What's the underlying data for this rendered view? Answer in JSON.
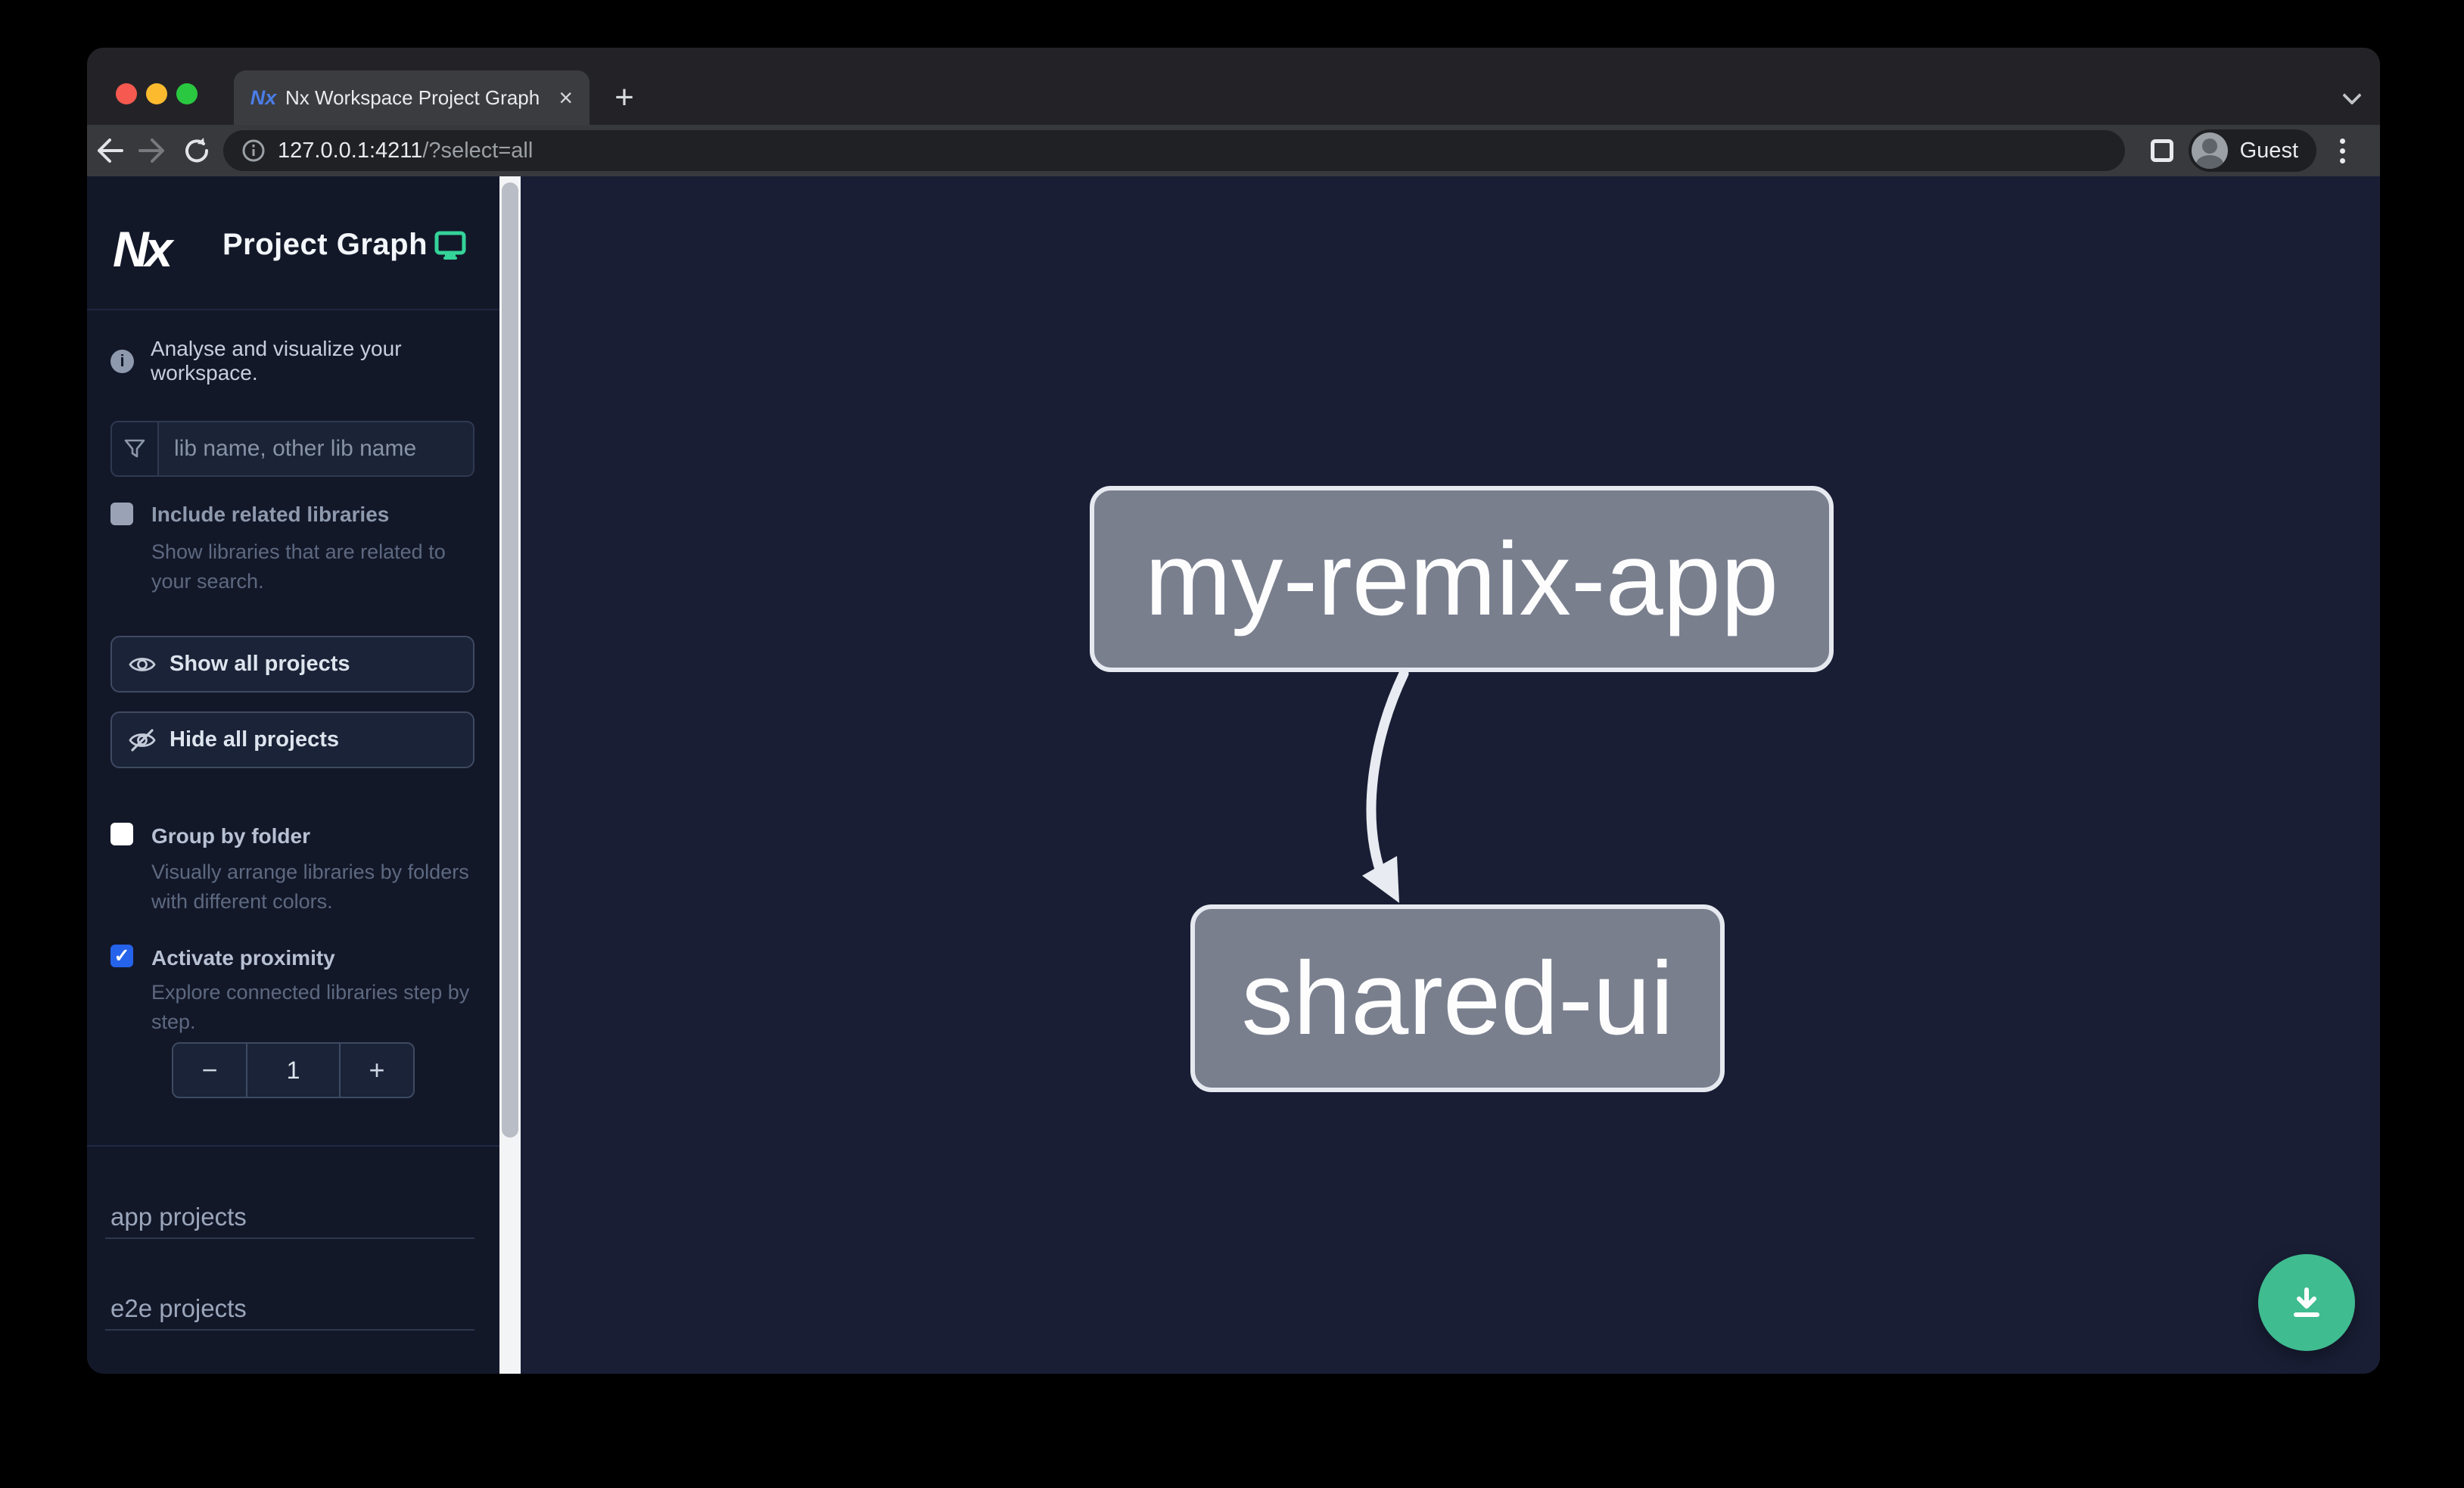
{
  "browser": {
    "tab_title": "Nx Workspace Project Graph",
    "favicon_text": "Nx",
    "tab_close_glyph": "×",
    "new_tab_glyph": "+",
    "url_host": "127.0.0.1:4211",
    "url_path": "/?select=all",
    "profile_label": "Guest"
  },
  "sidebar": {
    "app_title": "Project Graph",
    "logo_text": "Nx",
    "tagline": "Analyse and visualize your workspace.",
    "info_glyph": "i",
    "search": {
      "placeholder": "lib name, other lib name"
    },
    "include_related": {
      "label": "Include related libraries",
      "description": "Show libraries that are related to your search.",
      "checked": false
    },
    "show_all_button": "Show all projects",
    "hide_all_button": "Hide all projects",
    "group_by_folder": {
      "label": "Group by folder",
      "description": "Visually arrange libraries by folders with different colors.",
      "checked": false
    },
    "activate_proximity": {
      "label": "Activate proximity",
      "description": "Explore connected libraries step by step.",
      "checked": true,
      "check_glyph": "✓"
    },
    "stepper": {
      "decrement": "−",
      "value": "1",
      "increment": "+"
    },
    "sections": [
      "app projects",
      "e2e projects"
    ]
  },
  "graph": {
    "nodes": [
      {
        "label": "my-remix-app"
      },
      {
        "label": "shared-ui"
      }
    ],
    "edges": [
      {
        "source": "my-remix-app",
        "target": "shared-ui"
      }
    ]
  },
  "colors": {
    "sidebar_bg": "#131829",
    "canvas_bg": "#191e35",
    "node_fill": "#7a7f8e",
    "node_border": "#e6e9f0",
    "accent_green": "#3fbc90",
    "checkbox_blue": "#2563eb"
  }
}
